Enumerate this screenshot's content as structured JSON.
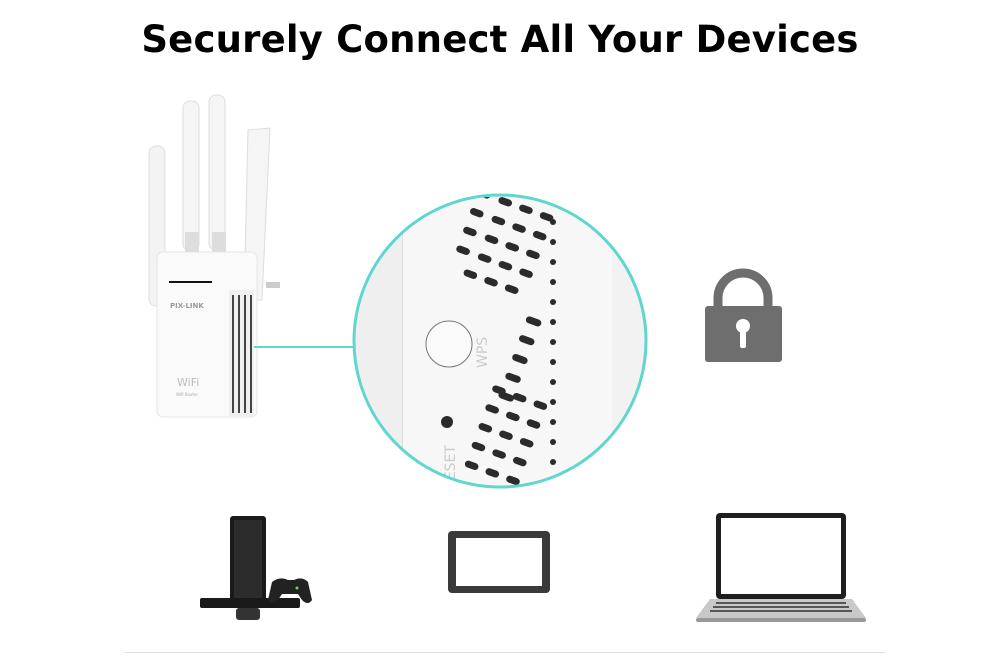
{
  "header": {
    "title": "Securely Connect All Your Devices"
  },
  "router": {
    "brand": "PIX-LINK",
    "logo": "WiFi",
    "model": "Wifi Router"
  },
  "zoom_detail": {
    "button_label": "WPS",
    "reset_label": "RESET"
  },
  "colors": {
    "accent": "#5fd6d0",
    "lock": "#6e6e6e",
    "device_dark": "#333333"
  },
  "icons": [
    "lock-icon",
    "game-console-icon",
    "tablet-icon",
    "laptop-icon"
  ]
}
